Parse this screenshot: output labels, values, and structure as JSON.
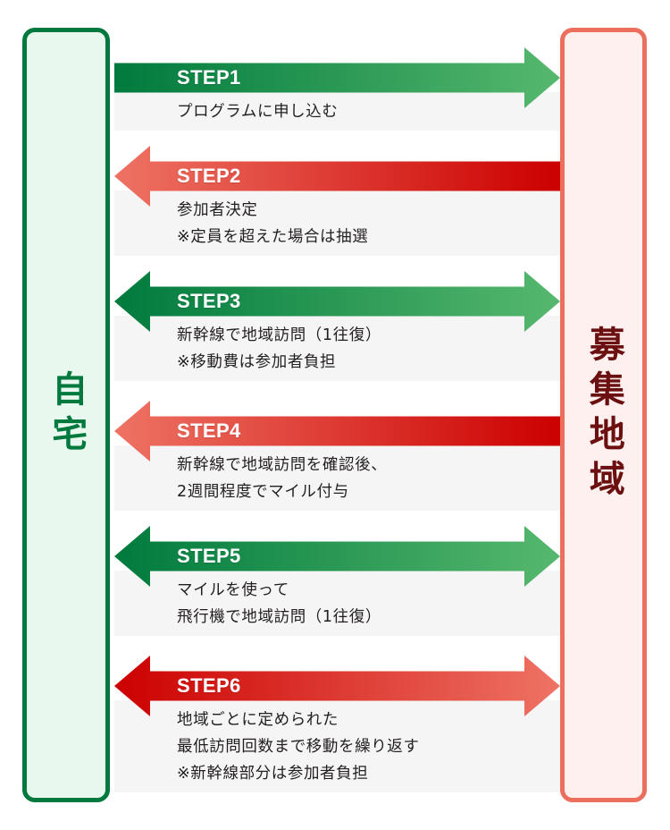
{
  "diagram": {
    "title_left": "自宅",
    "title_right": "募集地域",
    "colors": {
      "green_dark": "#007a3d",
      "green_light": "#56b86e",
      "red_dark": "#cc0000",
      "red_light": "#ee7364",
      "home_border": "#00793e",
      "home_fill": "#e9f8ee",
      "area_border": "#ec6e5c",
      "area_fill": "#fdf0ee",
      "area_text": "#6b0f10",
      "caption_band": "#f5f5f5",
      "caption_text": "#231f20"
    },
    "steps": [
      {
        "label": "STEP1",
        "color": "green",
        "direction": "right",
        "caption": "プログラムに申し込む"
      },
      {
        "label": "STEP2",
        "color": "red",
        "direction": "left",
        "caption": "参加者決定\n※定員を超えた場合は抽選"
      },
      {
        "label": "STEP3",
        "color": "green",
        "direction": "both",
        "caption": "新幹線で地域訪問（1往復）\n※移動費は参加者負担"
      },
      {
        "label": "STEP4",
        "color": "red",
        "direction": "left",
        "caption": "新幹線で地域訪問を確認後、\n2週間程度でマイル付与"
      },
      {
        "label": "STEP5",
        "color": "green",
        "direction": "both",
        "caption": "マイルを使って\n飛行機で地域訪問（1往復）"
      },
      {
        "label": "STEP6",
        "color": "red",
        "direction": "both",
        "caption": "地域ごとに定められた\n最低訪問回数まで移動を繰り返す\n※新幹線部分は参加者負担"
      }
    ]
  }
}
